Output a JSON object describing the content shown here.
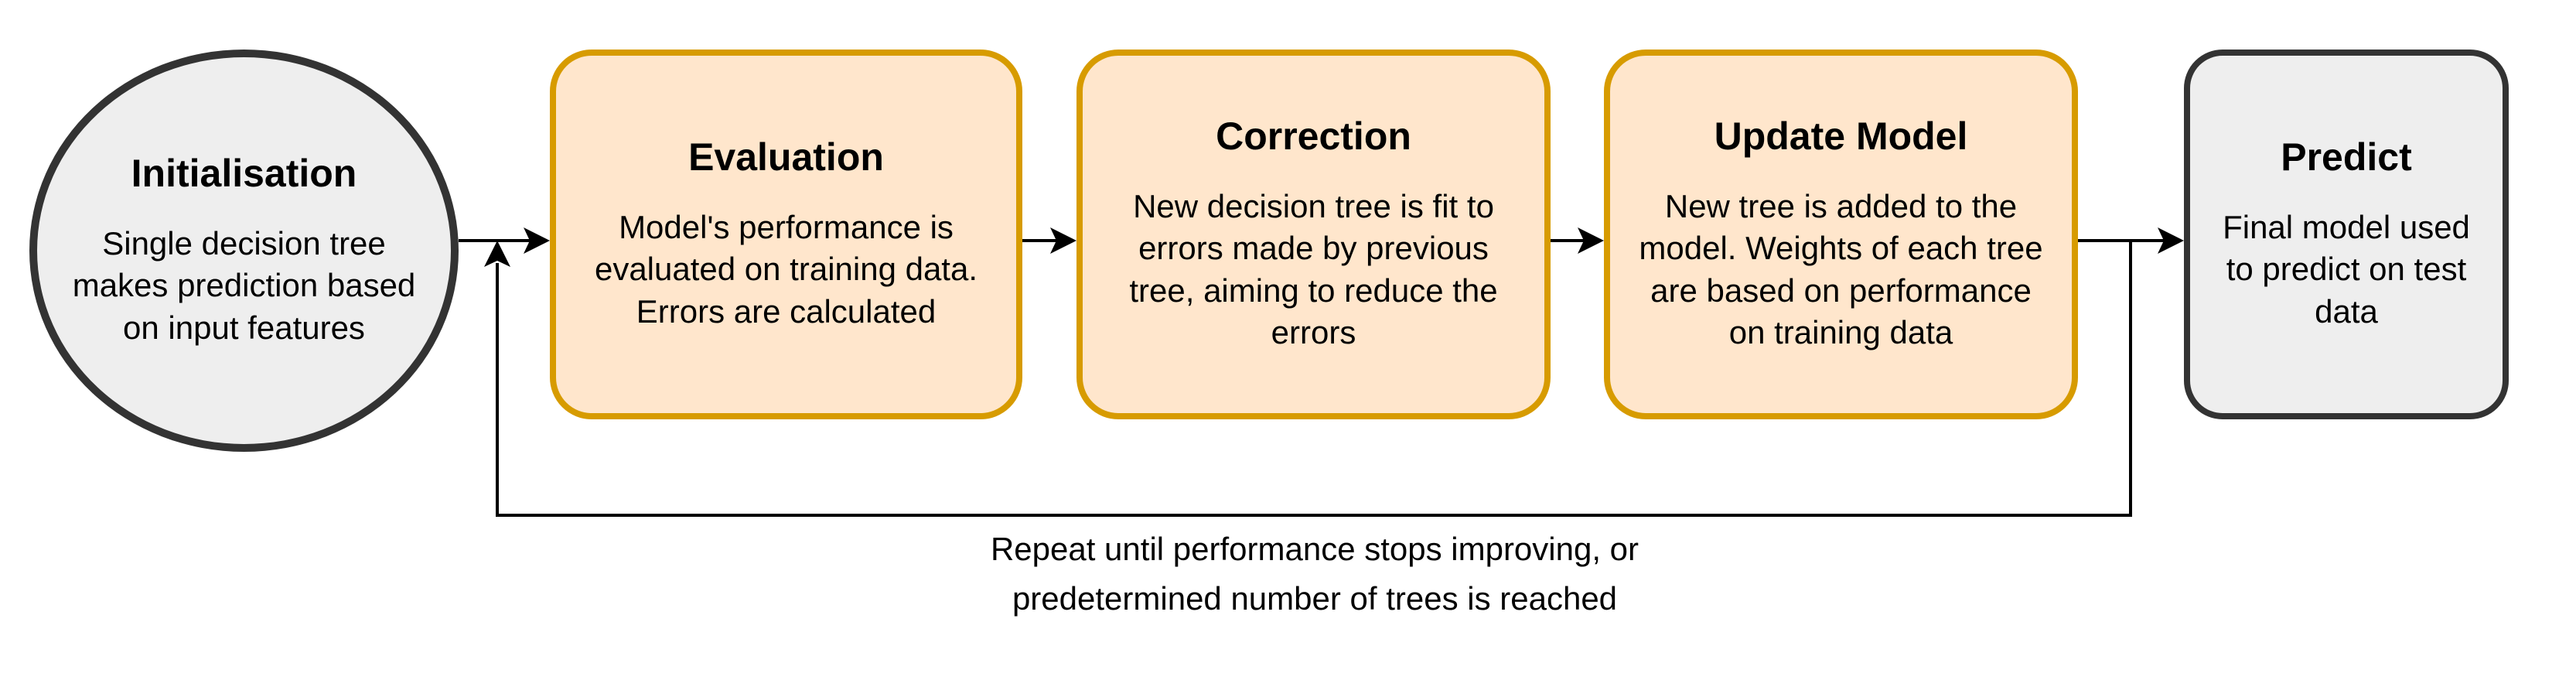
{
  "diagram": {
    "nodes": {
      "initialisation": {
        "title": "Initialisation",
        "description": "Single decision tree makes prediction based on input features"
      },
      "evaluation": {
        "title": "Evaluation",
        "description": "Model's performance is evaluated on training data. Errors are calculated"
      },
      "correction": {
        "title": "Correction",
        "description": "New decision tree is fit to errors made by previous tree, aiming to reduce the errors"
      },
      "update_model": {
        "title": "Update Model",
        "description": "New tree is added to the model. Weights of each tree are based on performance on training data"
      },
      "predict": {
        "title": "Predict",
        "description": "Final model used to predict on test data"
      }
    },
    "loop_label": "Repeat until performance stops improving, or predetermined number of trees is reached"
  },
  "colors": {
    "step_fill": "#ffe6cc",
    "step_border": "#d79b00",
    "terminal_fill": "#eeeeee",
    "terminal_border": "#333333",
    "connector": "#000000"
  }
}
